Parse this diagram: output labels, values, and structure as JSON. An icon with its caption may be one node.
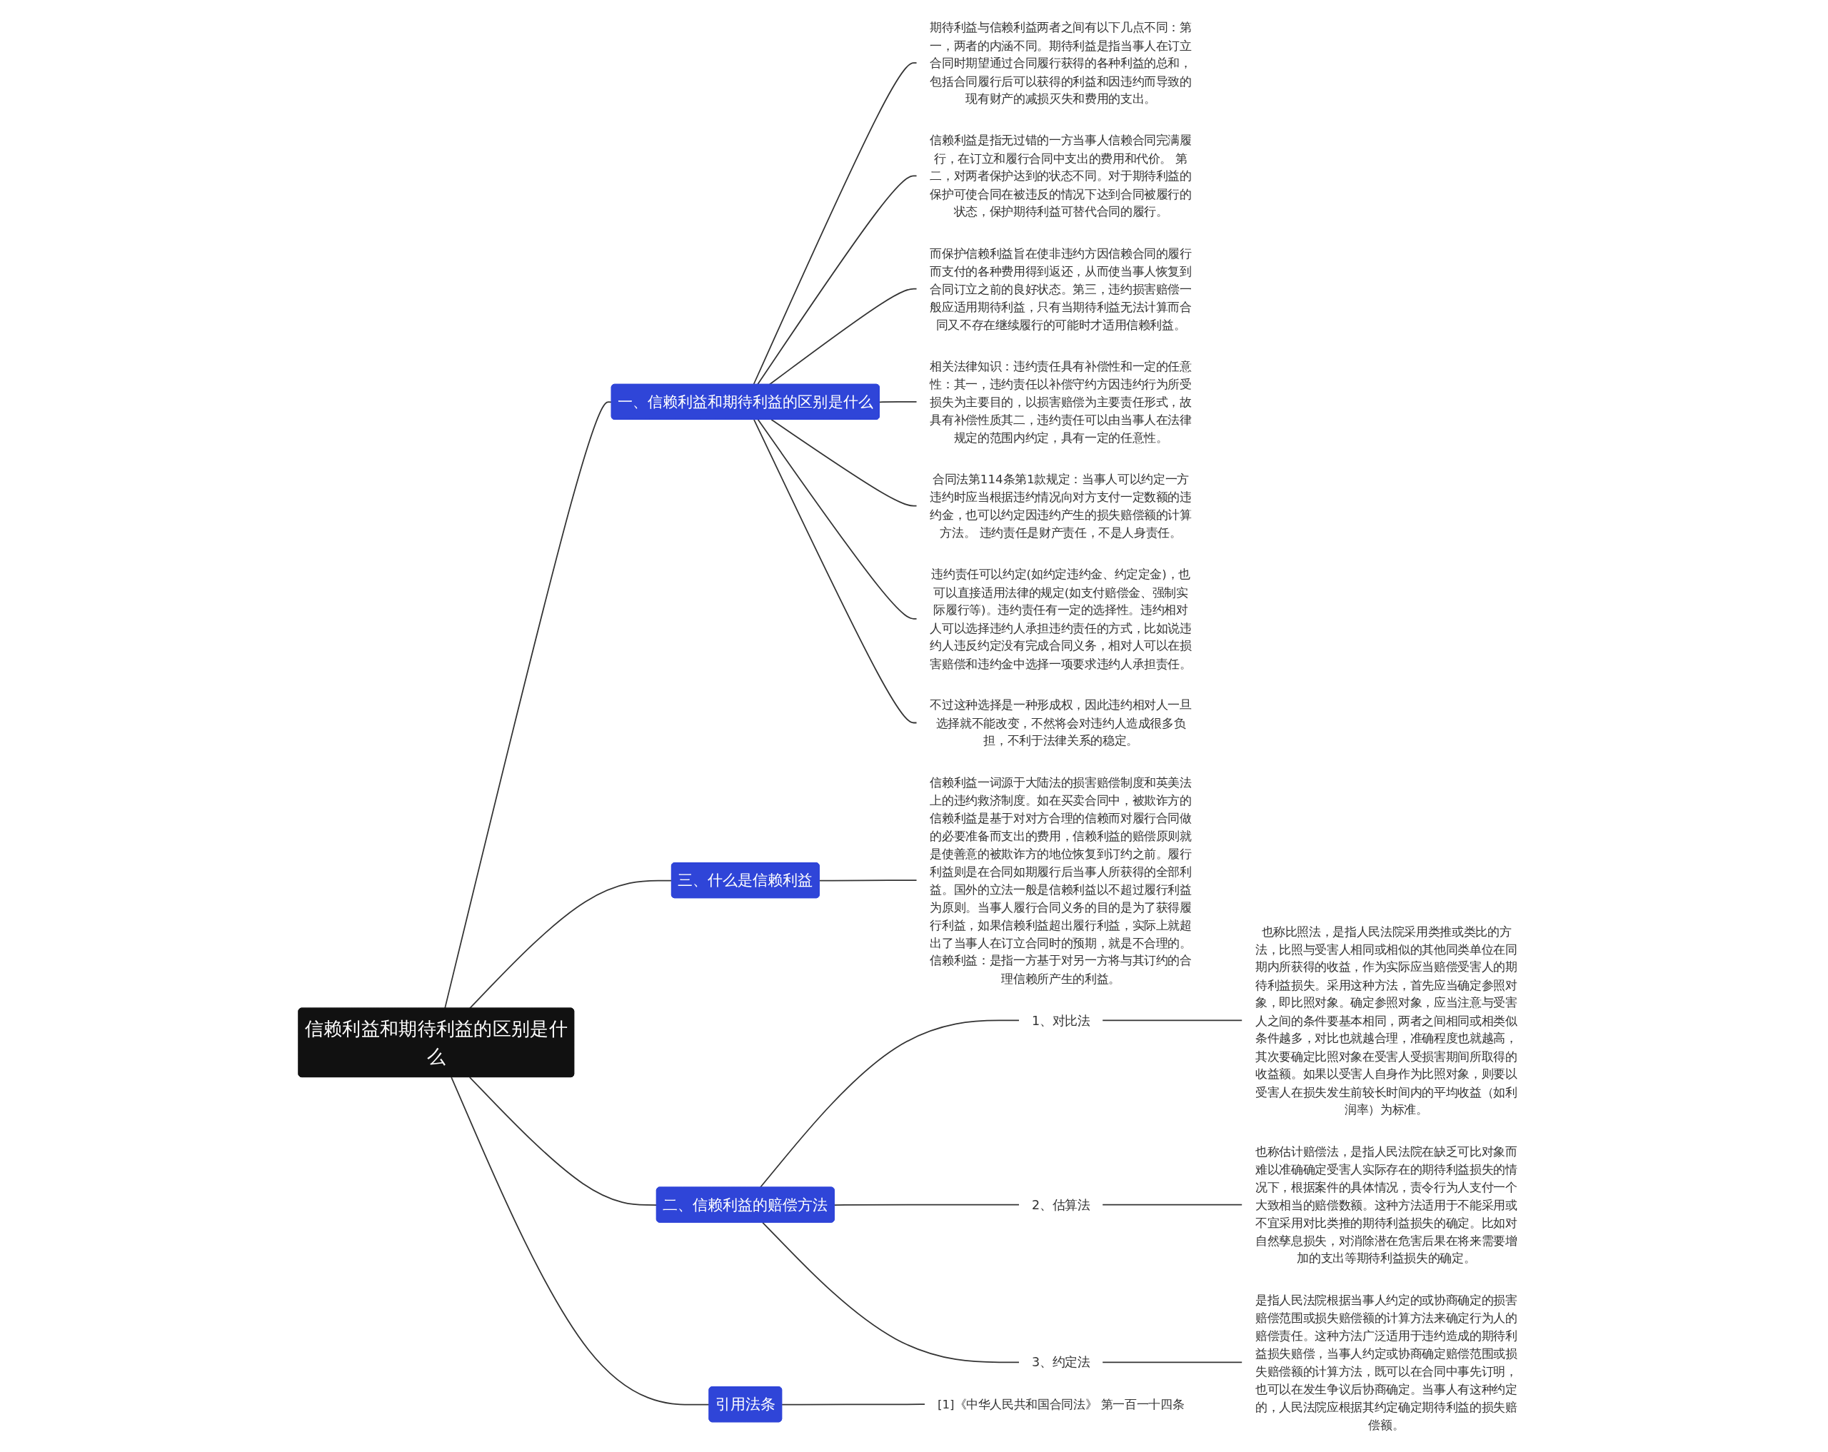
{
  "diagram": {
    "nodes": [
      {
        "text": [
          "信赖利益和期待利益的区别是什么"
        ]
      },
      {
        "text": [
          "一、信赖利益和期待利益的区别是什么"
        ]
      },
      {
        "text": [
          "期待利益与信赖利益两者之间有以下几点不同：第一，两者的内涵不同。期待利益是指当事人在订立合同时期望通过合同履行获得的各种利益的总和，包括合同履行后可以获得的利益和因违约而导致的现有财产的减损灭失和费用的支出。"
        ]
      },
      {
        "text": [
          "信赖利益是指无过错的一方当事人信赖合同完满履行，在订立和履行合同中支出的费用和代价。 第二，对两者保护达到的状态不同。对于期待利益的保护可使合同在被违反的情况下达到合同被履行的状态，保护期待利益可替代合同的履行。"
        ]
      },
      {
        "text": [
          "而保护信赖利益旨在使非违约方因信赖合同的履行而支付的各种费用得到返还，从而使当事人恢复到合同订立之前的良好状态。第三，违约损害赔偿一般应适用期待利益，只有当期待利益无法计算而合同又不存在继续履行的可能时才适用信赖利益。"
        ]
      },
      {
        "text": [
          "相关法律知识：违约责任具有补偿性和一定的任意性：其一，违约责任以补偿守约方因违约行为所受损失为主要目的，以损害赔偿为主要责任形式，故具有补偿性质其二，违约责任可以由当事人在法律规定的范围内约定，具有一定的任意性。"
        ]
      },
      {
        "text": [
          "合同法第114条第1款规定：当事人可以约定一方违约时应当根据违约情况向对方支付一定数额的违约金，也可以约定因违约产生的损失赔偿额的计算方法。 违约责任是财产责任，不是人身责任。"
        ]
      },
      {
        "text": [
          "违约责任可以约定(如约定违约金、约定定金)，也可以直接适用法律的规定(如支付赔偿金、强制实际履行等)。违约责任有一定的选择性。违约相对人可以选择违约人承担违约责任的方式，比如说违约人违反约定没有完成合同义务，相对人可以在损害赔偿和违约金中选择一项要求违约人承担责任。"
        ]
      },
      {
        "text": [
          "不过这种选择是一种形成权，因此违约相对人一旦选择就不能改变，不然将会对违约人造成很多负担，不利于法律关系的稳定。"
        ]
      },
      {
        "text": [
          "三、什么是信赖利益"
        ]
      },
      {
        "text": [
          "信赖利益一词源于大陆法的损害赔偿制度和英美法上的违约救济制度。如在买卖合同中，被欺诈方的信赖利益是基于对对方合理的信赖而对履行合同做的必要准备而支出的费用，信赖利益的赔偿原则就是使善意的被欺诈方的地位恢复到订约之前。履行利益则是在合同如期履行后当事人所获得的全部利益。国外的立法一般是信赖利益以不超过履行利益为原则。当事人履行合同义务的目的是为了获得履行利益，如果信赖利益超出履行利益，实际上就超出了当事人在订立合同时的预期，就是不合理的。信赖利益：是指一方基于对另一方将与其订约的合理信赖所产生的利益。"
        ]
      },
      {
        "text": [
          "二、信赖利益的赔偿方法"
        ]
      },
      {
        "text": [
          "1、对比法"
        ]
      },
      {
        "text": [
          "也称比照法，是指人民法院采用类推或类比的方法，比照与受害人相同或相似的其他同类单位在同期内所获得的收益，作为实际应当赔偿受害人的期待利益损失。采用这种方法，首先应当确定参照对象，即比照对象。确定参照对象，应当注意与受害人之间的条件要基本相同，两者之间相同或相类似条件越多，对比也就越合理，准确程度也就越高，其次要确定比照对象在受害人受损害期间所取得的收益额。如果以受害人自身作为比照对象，则要以受害人在损失发生前较长时间内的平均收益（如利润率）为标准。"
        ]
      },
      {
        "text": [
          "2、估算法"
        ]
      },
      {
        "text": [
          "也称估计赔偿法，是指人民法院在缺乏可比对象而难以准确确定受害人实际存在的期待利益损失的情况下，根据案件的具体情况，责令行为人支付一个大致相当的赔偿数额。这种方法适用于不能采用或不宜采用对比类推的期待利益损失的确定。比如对自然孳息损失，对消除潜在危害后果在将来需要增加的支出等期待利益损失的确定。"
        ]
      },
      {
        "text": [
          "3、约定法"
        ]
      },
      {
        "text": [
          "是指人民法院根据当事人约定的或协商确定的损害赔偿范围或损失赔偿额的计算方法来确定行为人的赔偿责任。这种方法广泛适用于违约造成的期待利益损失赔偿，当事人约定或协商确定赔偿范围或损失赔偿额的计算方法，既可以在合同中事先订明，也可以在发生争议后协商确定。当事人有这种约定的，人民法院应根据其约定确定期待利益的损失赔偿额。"
        ]
      },
      {
        "text": [
          "引用法条"
        ]
      },
      {
        "text": [
          "[1]《中华人民共和国合同法》 第一百一十四条"
        ]
      }
    ],
    "edges": [
      {
        "from": 0,
        "to": 1,
        "arrow": "none"
      },
      {
        "from": 1,
        "to": 2,
        "arrow": "none"
      },
      {
        "from": 1,
        "to": 3,
        "arrow": "none"
      },
      {
        "from": 1,
        "to": 4,
        "arrow": "none"
      },
      {
        "from": 1,
        "to": 5,
        "arrow": "none"
      },
      {
        "from": 1,
        "to": 6,
        "arrow": "none"
      },
      {
        "from": 1,
        "to": 7,
        "arrow": "none"
      },
      {
        "from": 1,
        "to": 8,
        "arrow": "none"
      },
      {
        "from": 0,
        "to": 9,
        "arrow": "none"
      },
      {
        "from": 9,
        "to": 10,
        "arrow": "none"
      },
      {
        "from": 0,
        "to": 11,
        "arrow": "none"
      },
      {
        "from": 11,
        "to": 12,
        "arrow": "none"
      },
      {
        "from": 12,
        "to": 13,
        "arrow": "none"
      },
      {
        "from": 11,
        "to": 14,
        "arrow": "none"
      },
      {
        "from": 14,
        "to": 15,
        "arrow": "none"
      },
      {
        "from": 11,
        "to": 16,
        "arrow": "none"
      },
      {
        "from": 16,
        "to": 17,
        "arrow": "none"
      },
      {
        "from": 0,
        "to": 18,
        "arrow": "none"
      },
      {
        "from": 18,
        "to": 19,
        "arrow": "none"
      }
    ]
  }
}
